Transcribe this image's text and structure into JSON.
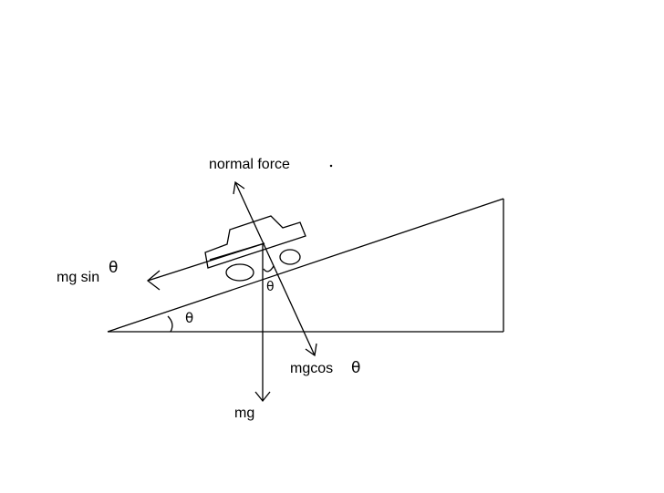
{
  "labels": {
    "normal_force": "normal force",
    "mg_sin": "mg sin",
    "mg_cos": "mgcos",
    "mg": "mg",
    "theta": "θ"
  },
  "colors": {
    "ink": "#000000",
    "background": "#ffffff"
  }
}
